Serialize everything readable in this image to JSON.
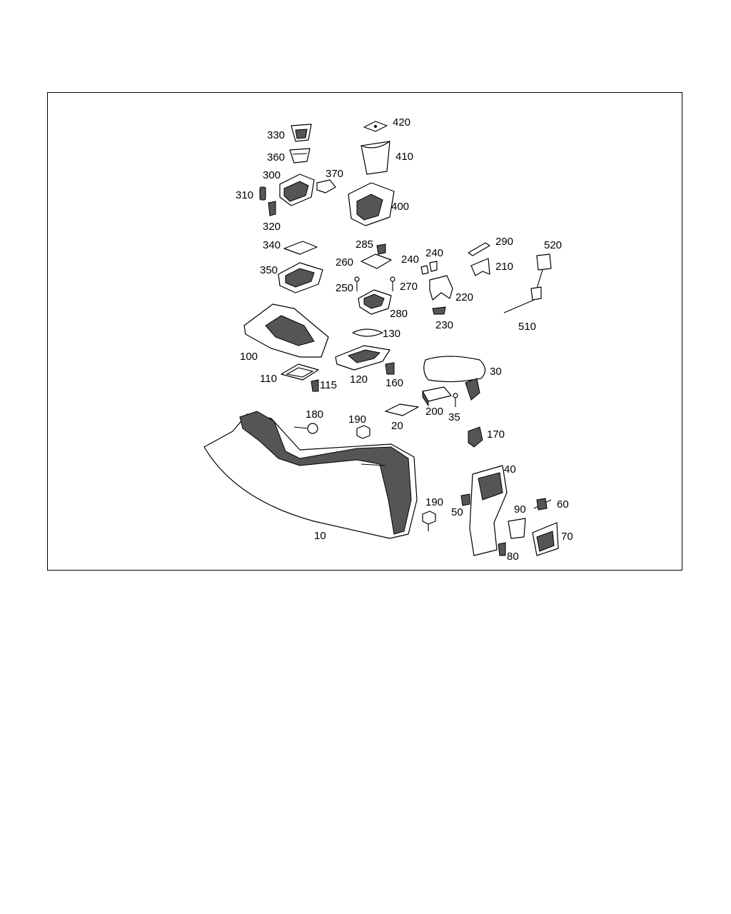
{
  "diagram": {
    "labels": {
      "p10": "10",
      "p20": "20",
      "p30": "30",
      "p35": "35",
      "p40": "40",
      "p50": "50",
      "p60": "60",
      "p70": "70",
      "p80": "80",
      "p90": "90",
      "p100": "100",
      "p110": "110",
      "p115": "115",
      "p120": "120",
      "p130": "130",
      "p160": "160",
      "p170": "170",
      "p180": "180",
      "p190a": "190",
      "p190b": "190",
      "p200": "200",
      "p210": "210",
      "p220": "220",
      "p230": "230",
      "p240a": "240",
      "p240b": "240",
      "p250": "250",
      "p260": "260",
      "p270": "270",
      "p280": "280",
      "p285": "285",
      "p290": "290",
      "p300": "300",
      "p310": "310",
      "p320": "320",
      "p330": "330",
      "p340": "340",
      "p350": "350",
      "p360": "360",
      "p370": "370",
      "p400": "400",
      "p410": "410",
      "p420": "420",
      "p510": "510",
      "p520": "520"
    }
  }
}
